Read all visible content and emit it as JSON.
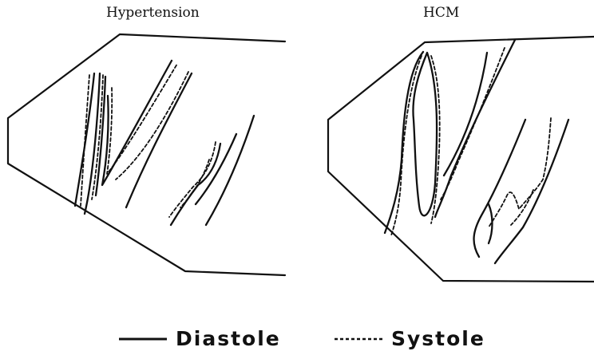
{
  "panels": [
    {
      "title": "Hypertension"
    },
    {
      "title": "HCM"
    }
  ],
  "legend": {
    "diastole_label": "Diastole",
    "systole_label": "Systole"
  },
  "colors": {
    "ink": "#111111",
    "background": "#ffffff"
  }
}
